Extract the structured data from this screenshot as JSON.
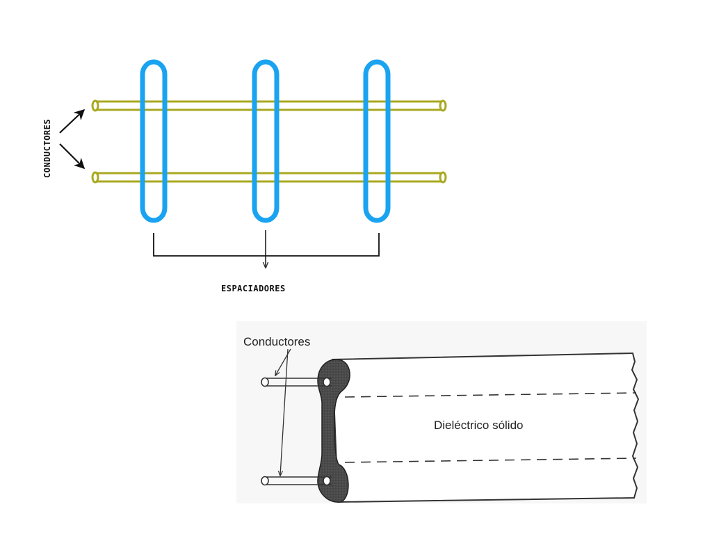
{
  "figure_top": {
    "conductors_label": "CONDUCTORES",
    "spacers_label": "ESPACIADORES",
    "colors": {
      "conductor": "#a8a820",
      "spacer": "#1aa3f0",
      "ink": "#111111"
    }
  },
  "figure_bottom": {
    "conductors_label": "Conductores",
    "dielectric_label": "Dieléctrico sólido",
    "colors": {
      "dielectric_end": "#4a4a4a",
      "ink": "#333333"
    }
  }
}
